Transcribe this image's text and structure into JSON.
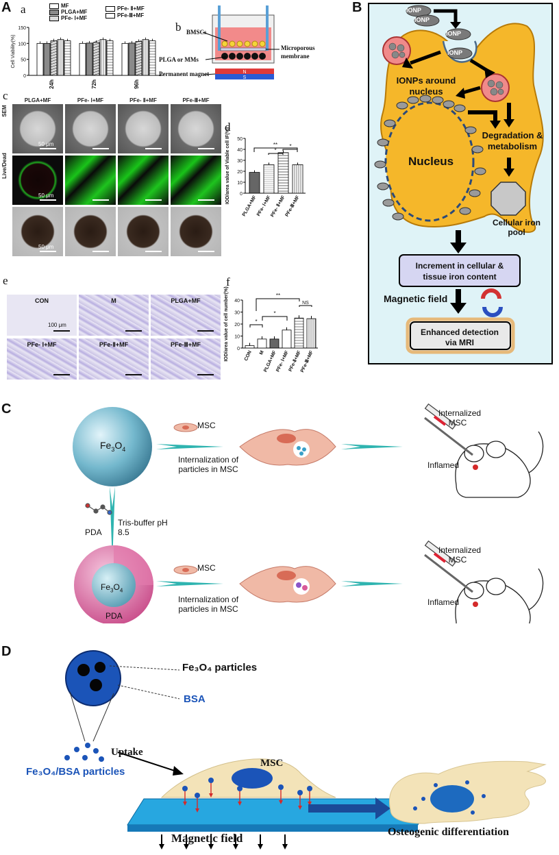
{
  "panelA": {
    "letter": "A",
    "a": {
      "letter": "a",
      "legend": [
        "MF",
        "PLGA+MF",
        "PFe- Ⅰ+MF",
        "PFe- Ⅱ+MF",
        "PFe-Ⅲ+MF"
      ],
      "ylabel": "Cell Viability(%)",
      "yticks": [
        "150",
        "100",
        "50",
        "0"
      ],
      "groups": [
        "24h",
        "72h",
        "96h"
      ]
    },
    "b": {
      "letter": "b",
      "labels": {
        "bmscs": "BMSCs",
        "membrane": "Microporous membrane",
        "plga": "PLGA or MMs",
        "magnet": "Permanent magnet",
        "n": "N",
        "s": "S"
      }
    },
    "c": {
      "letter": "c",
      "columns": [
        "PLGA+MF",
        "PFe- Ⅰ+MF",
        "PFe- Ⅱ+MF",
        "PFe-Ⅲ+MF"
      ],
      "rows": [
        "SEM",
        "Live/Dead"
      ],
      "scale": "50 μm"
    },
    "d": {
      "letter": "d",
      "ylabel": "IOD/area value of Viable cell IF(%)",
      "yticks": [
        "50",
        "40",
        "30",
        "20",
        "10",
        "0"
      ],
      "sig": [
        "**",
        "*",
        "*"
      ]
    },
    "e": {
      "letter": "e",
      "top": [
        "CON",
        "M",
        "PLGA+MF"
      ],
      "bottom": [
        "PFe- Ⅰ+MF",
        "PFe-Ⅱ+MF",
        "PFe-Ⅲ+MF"
      ],
      "scale": "100 μm"
    },
    "f": {
      "letter": "f",
      "ylabel": "IOD/area value of cell number(%)",
      "yticks": [
        "40",
        "30",
        "20",
        "10",
        "0"
      ],
      "sig": [
        "*",
        "*",
        "**",
        "NS"
      ]
    }
  },
  "chart_data": [
    {
      "type": "bar",
      "ylabel": "Cell Viability(%)",
      "ylim": [
        0,
        150
      ],
      "categories": [
        "24h",
        "72h",
        "96h"
      ],
      "series": [
        {
          "name": "MF",
          "values": [
            100,
            100,
            100
          ]
        },
        {
          "name": "PLGA+MF",
          "values": [
            100,
            101,
            101
          ]
        },
        {
          "name": "PFe- Ⅰ+MF",
          "values": [
            108,
            103,
            106
          ]
        },
        {
          "name": "PFe- Ⅱ+MF",
          "values": [
            112,
            112,
            112
          ]
        },
        {
          "name": "PFe-Ⅲ+MF",
          "values": [
            108,
            108,
            108
          ]
        }
      ]
    },
    {
      "type": "bar",
      "ylabel": "IOD/area value of Viable cell IF(%)",
      "ylim": [
        0,
        50
      ],
      "categories": [
        "PLGA+MF",
        "PFe- Ⅰ+MF",
        "PFe- Ⅱ+MF",
        "PFe-Ⅲ+MF"
      ],
      "values": [
        19,
        26,
        37,
        26
      ]
    },
    {
      "type": "bar",
      "ylabel": "IOD/area value of cell number(%)",
      "ylim": [
        0,
        40
      ],
      "categories": [
        "CON",
        "M",
        "PLGA+MF",
        "PFe- Ⅰ+MF",
        "PFe-Ⅱ+MF",
        "PFe-Ⅲ+MF"
      ],
      "values": [
        2,
        7.5,
        7.5,
        15,
        25,
        24.5
      ]
    }
  ],
  "panelB": {
    "letter": "B",
    "ionp": "IONP",
    "around": "IONPs around nucleus",
    "degradation": "Degradation & metabolism",
    "nucleus": "Nucleus",
    "pool": "Cellular iron pool",
    "increment": "Increment in cellular & tissue iron content",
    "magnetic": "Magnetic field",
    "enhanced": "Enhanced detection via MRI"
  },
  "panelC": {
    "letter": "C",
    "fe": "Fe",
    "fe_sub": "3",
    "o": "O",
    "o_sub": "4",
    "msc": "MSC",
    "internalization": "Internalization of particles in MSC",
    "internalized": "Internalized MSC",
    "inflamed": "Inflamed",
    "buffer": "Tris-buffer pH 8.5",
    "pda": "PDA"
  },
  "panelD": {
    "letter": "D",
    "particles": "Fe₃O₄ particles",
    "bsa": "BSA",
    "uptake": "Uptake",
    "combo": "Fe₃O₄/BSA particles",
    "msc": "MSC",
    "magnetic": "Magnetic field",
    "osteo": "Osteogenic differentiation"
  },
  "colors": {
    "cell": "#f5b72a",
    "panel_b_bg": "#dff3f7",
    "teal": "#2fb4b0",
    "sphere": "#6fb6cc",
    "pda": "#d8679c",
    "blue": "#1b54b8",
    "dark_blue": "#173b8c"
  }
}
